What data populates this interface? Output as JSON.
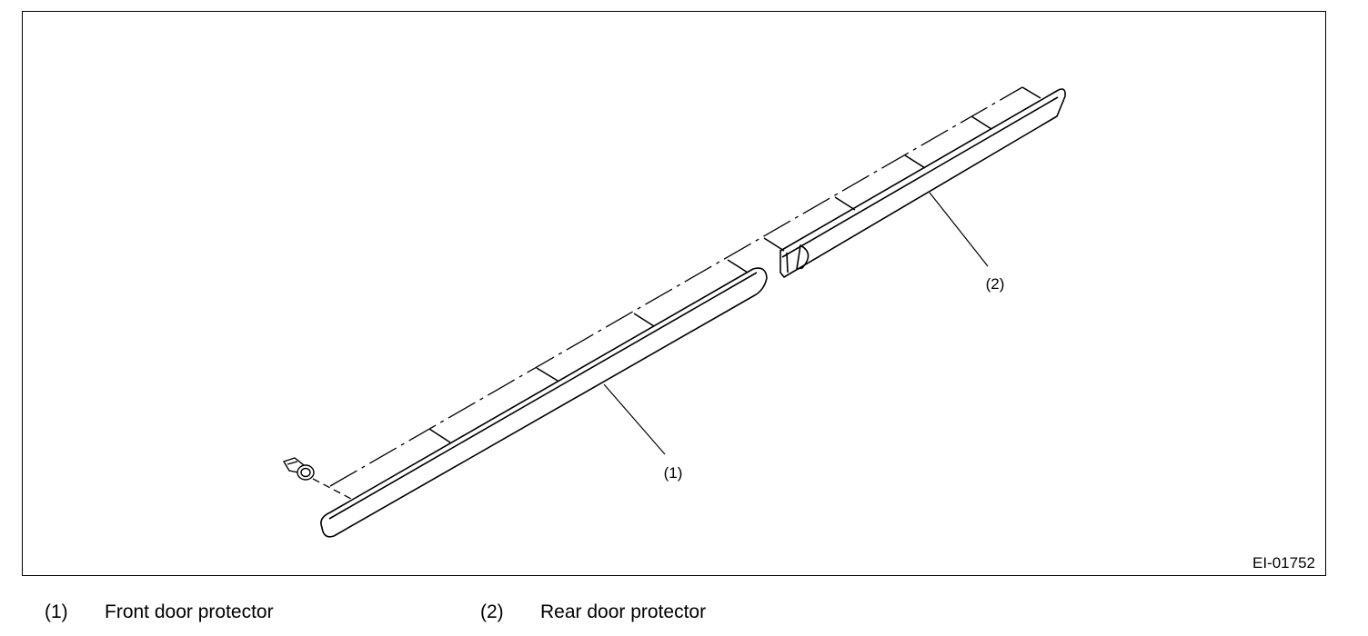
{
  "figure": {
    "id": "EI-01752",
    "callouts": [
      "(1)",
      "(2)"
    ]
  },
  "legend": [
    {
      "number": "(1)",
      "label": "Front door protector"
    },
    {
      "number": "(2)",
      "label": "Rear door protector"
    }
  ]
}
